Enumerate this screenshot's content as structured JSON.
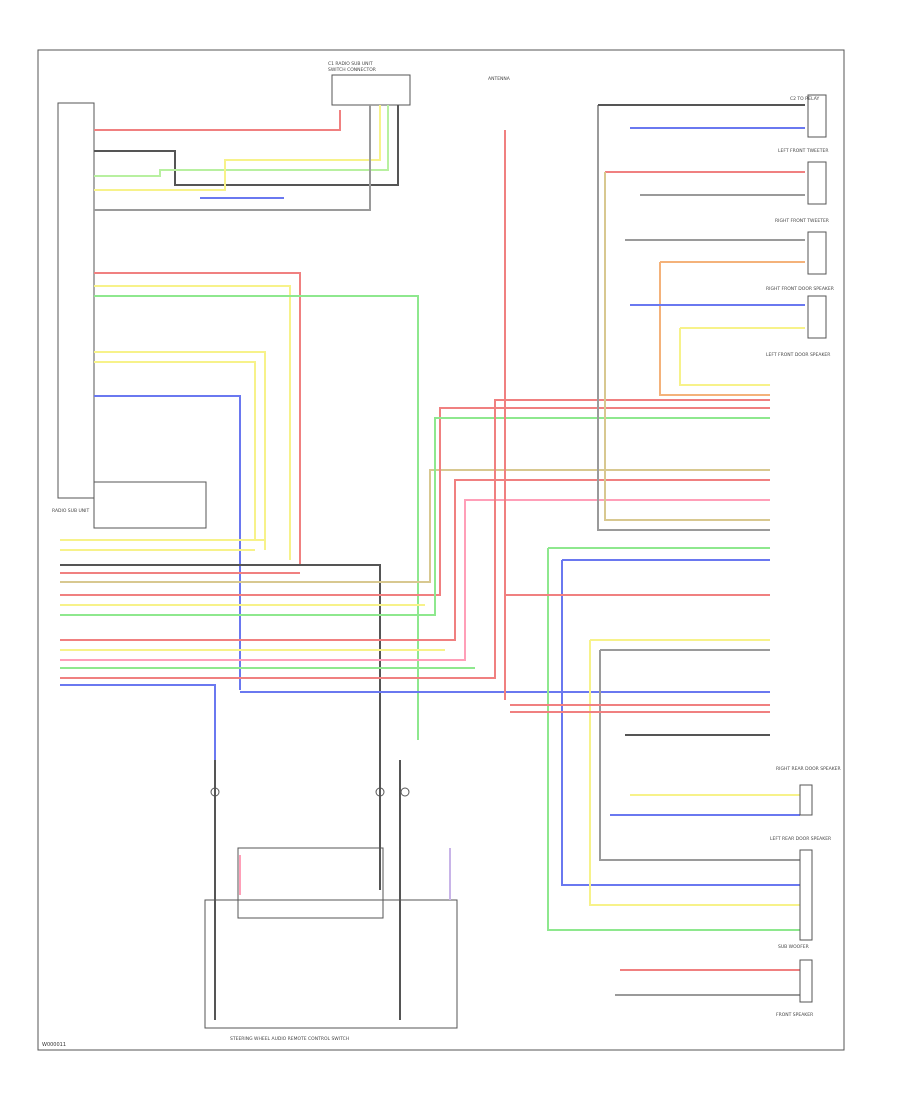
{
  "diagram_id": "W000011",
  "colors": {
    "red": "#f08080",
    "pink": "#ff9fb8",
    "yellow": "#f7f28a",
    "green": "#8ee88e",
    "lightgreen": "#b8f0a0",
    "blue": "#6a78f0",
    "orange": "#f4b27a",
    "purple": "#c8b4e8",
    "gray": "#9a9a9a",
    "dark": "#555555",
    "tan": "#d8c890"
  },
  "components": [
    {
      "id": "upper_right_connector",
      "label": "C2 TO RELAY"
    },
    {
      "id": "antenna_amp",
      "label": "ANTENNA"
    },
    {
      "id": "amp_left",
      "label": "LEFT FRONT TWEETER"
    },
    {
      "id": "amp_right",
      "label": "RIGHT FRONT TWEETER"
    },
    {
      "id": "rf_door",
      "label": "RIGHT FRONT DOOR SPEAKER"
    },
    {
      "id": "lf_door",
      "label": "LEFT FRONT DOOR SPEAKER"
    },
    {
      "id": "audio_unit",
      "label": "RADIO SUB UNIT"
    },
    {
      "id": "ipd_center",
      "label": "LEFT REAR DOOR SPEAKER"
    },
    {
      "id": "rear_right",
      "label": "RIGHT REAR DOOR SPEAKER"
    },
    {
      "id": "sub_woofer",
      "label": "SUB WOOFER"
    },
    {
      "id": "steering_switch",
      "label": "STEERING WHEEL AUDIO REMOTE CONTROL SWITCH"
    },
    {
      "id": "front_speaker",
      "label": "FRONT SPEAKER"
    }
  ],
  "footer": {
    "code": "W000011"
  }
}
